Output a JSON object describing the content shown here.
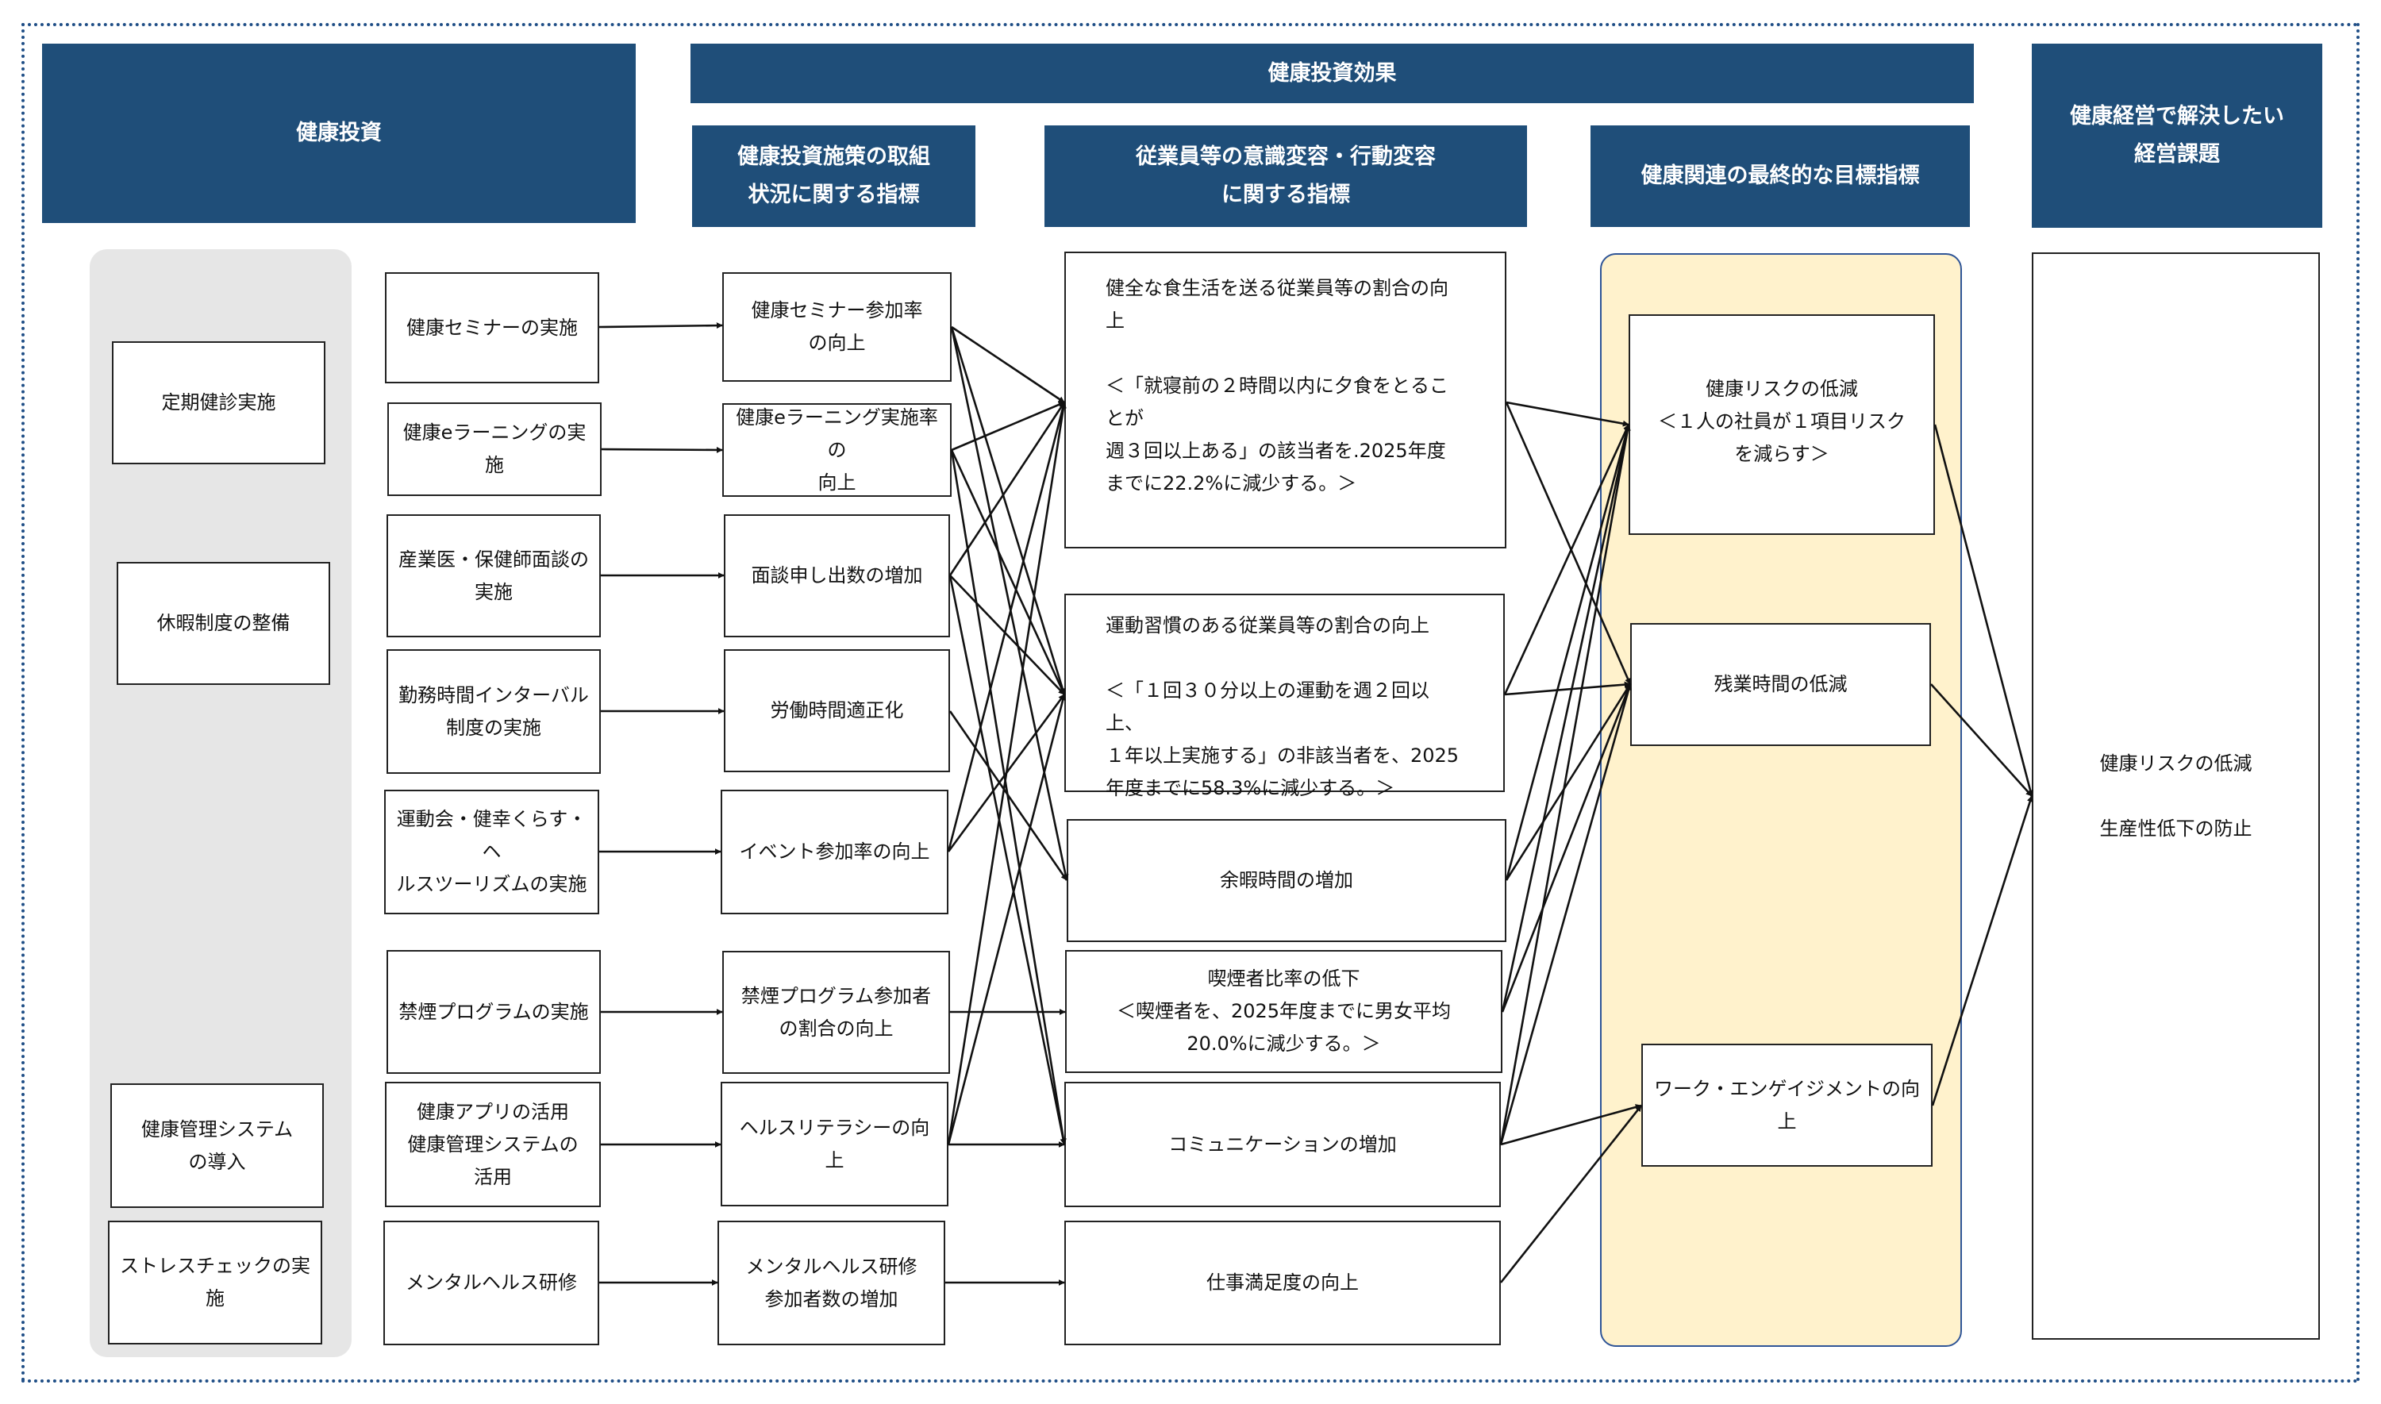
{
  "headers": {
    "investment": "健康投資",
    "effect": "健康投資効果",
    "management": "健康経営で解決したい\n経営課題",
    "col_measures": "健康投資施策の取組\n状況に関する指標",
    "col_behavior": "従業員等の意識変容・行動変容\nに関する指標",
    "col_goal": "健康関連の最終的な目標指標"
  },
  "investments": [
    "定期健診実施",
    "休暇制度の整備",
    "健康管理システム\nの導入",
    "ストレスチェックの実施"
  ],
  "initiatives": [
    "健康セミナーの実施",
    "健康eラーニングの実施",
    "産業医・保健師面談の\n実施",
    "勤務時間インターバル\n制度の実施",
    "運動会・健幸くらす・ヘ\nルスツーリズムの実施",
    "禁煙プログラムの実施",
    "健康アプリの活用\n健康管理システムの\n活用",
    "メンタルヘルス研修"
  ],
  "measures": [
    "健康セミナー参加率\nの向上",
    "健康eラーニング実施率の\n向上",
    "面談申し出数の増加",
    "労働時間適正化",
    "イベント参加率の向上",
    "禁煙プログラム参加者\nの割合の向上",
    "ヘルスリテラシーの向上",
    "メンタルヘルス研修\n参加者数の増加"
  ],
  "behaviors": [
    "健全な食生活を送る従業員等の割合の向上\n\n＜「就寝前の２時間以内に夕食をとることが\n週３回以上ある」の該当者を.2025年度\nまでに22.2%に減少する。＞",
    "運動習慣のある従業員等の割合の向上\n\n＜「１回３０分以上の運動を週２回以上、\n１年以上実施する」の非該当者を、2025\n年度までに58.3%に減少する。＞",
    "余暇時間の増加",
    "喫煙者比率の低下\n＜喫煙者を、2025年度までに男女平均\n20.0%に減少する。＞",
    "コミュニケーションの増加",
    "仕事満足度の向上"
  ],
  "goals": [
    "健康リスクの低減\n＜１人の社員が１項目リスク\nを減らす＞",
    "残業時間の低減",
    "ワーク・エンゲイジメントの向上"
  ],
  "issues": "健康リスクの低減\n\n生産性低下の防止",
  "colors": {
    "header": "#1f4e79",
    "border_dotted": "#1f4e86",
    "panel_gray": "#e6e6e6",
    "panel_yellow": "#fff2cc",
    "panel_yellow_border": "#2f5597"
  }
}
